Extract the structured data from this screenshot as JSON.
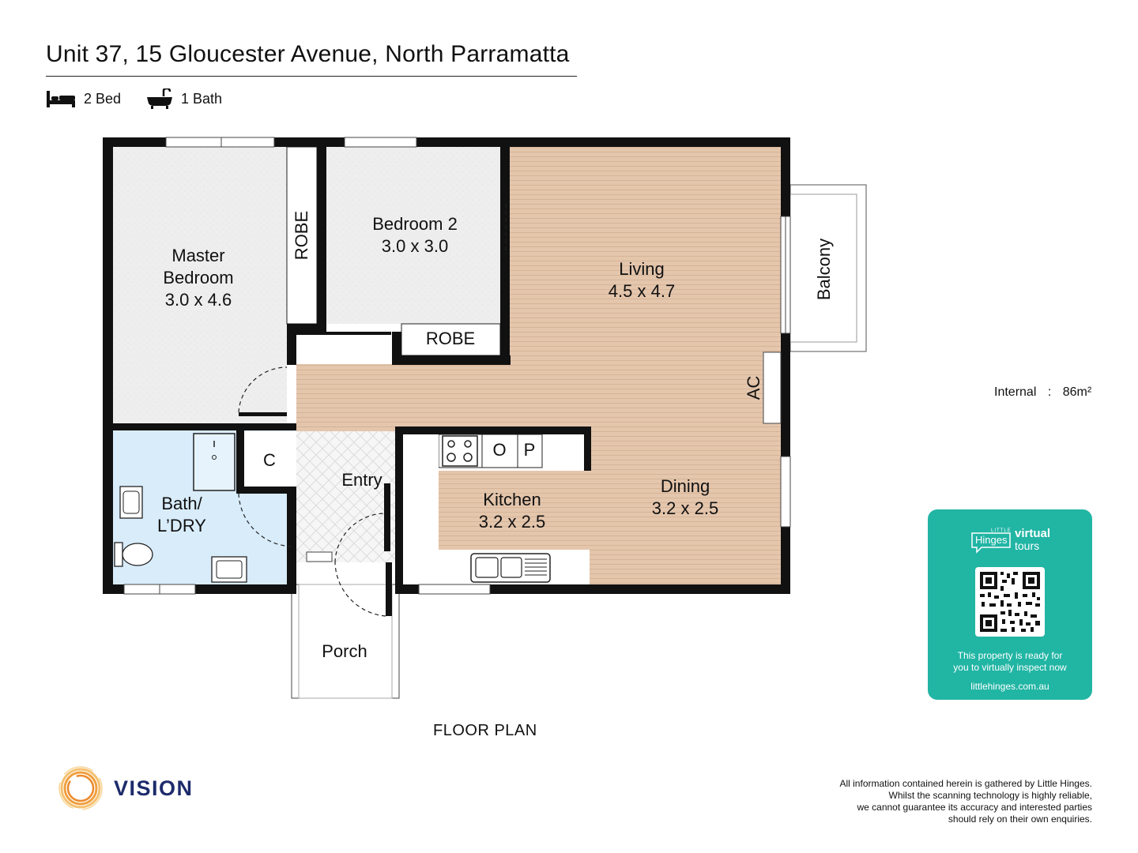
{
  "header": {
    "address": "Unit 37, 15 Gloucester Avenue, North Parramatta",
    "features": [
      {
        "icon": "bed-icon",
        "label": "2 Bed"
      },
      {
        "icon": "bathtub-icon",
        "label": "1 Bath"
      }
    ]
  },
  "rooms": {
    "master_bedroom": {
      "name_line1": "Master",
      "name_line2": "Bedroom",
      "size": "3.0 x 4.6"
    },
    "bedroom2": {
      "name": "Bedroom 2",
      "size": "3.0 x 3.0"
    },
    "living": {
      "name": "Living",
      "size": "4.5 x 4.7"
    },
    "kitchen": {
      "name": "Kitchen",
      "size": "3.2 x 2.5"
    },
    "dining": {
      "name": "Dining",
      "size": "3.2 x 2.5"
    },
    "bath": {
      "name_line1": "Bath/",
      "name_line2": "L’DRY"
    },
    "entry": {
      "name": "Entry"
    },
    "porch": {
      "name": "Porch"
    },
    "balcony": {
      "name": "Balcony"
    },
    "robe_vertical": "ROBE",
    "robe_horizontal": "ROBE",
    "cupboard": "C",
    "ac": "AC",
    "oven": "O",
    "pantry": "P"
  },
  "plan_caption": "FLOOR PLAN",
  "area": {
    "label": "Internal",
    "separator": ":",
    "value": "86m²"
  },
  "colors": {
    "wall": "#111111",
    "carpet": "#eeeeee",
    "timber": "#e4c6ad",
    "tile_bath": "#d8ecfa",
    "entry_tile": "#f4f4f4",
    "brand_teal": "#21b5a4",
    "vision_navy": "#1d2b6b",
    "vision_orange": "#f0a040"
  },
  "little_hinges": {
    "brand_small": "LITTLE",
    "brand": "Hinges",
    "virtual": "virtual",
    "tours": "tours",
    "message_line1": "This property is ready for",
    "message_line2": "you to virtually inspect now",
    "url": "littlehinges.com.au"
  },
  "vision": {
    "name": "VISION"
  },
  "disclaimer": [
    "All information contained herein is gathered by Little Hinges.",
    "Whilst the scanning technology is highly reliable,",
    "we cannot guarantee its accuracy and interested parties",
    "should rely on their own enquiries."
  ]
}
